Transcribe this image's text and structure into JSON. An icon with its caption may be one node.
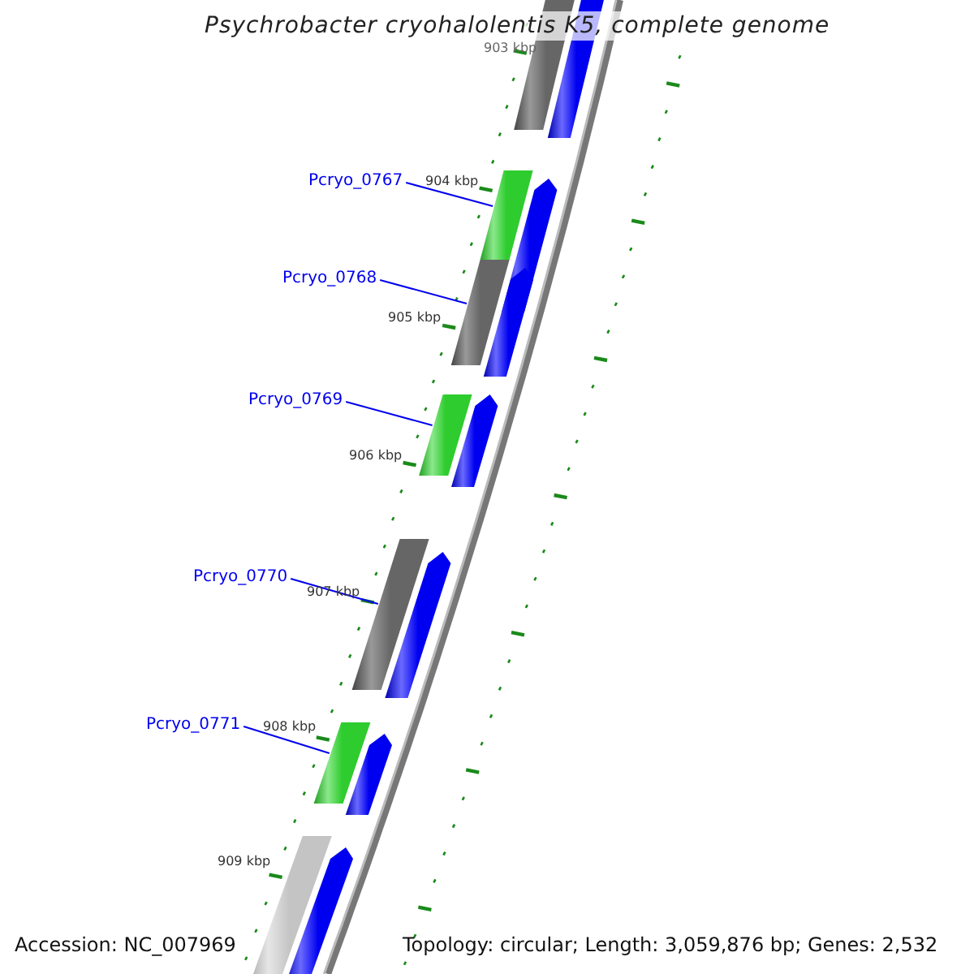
{
  "diagram": {
    "title": "Psychrobacter cryohalolentis K5, complete genome",
    "nodes": [
      {
        "text": [
          "Pcryo_0767"
        ]
      },
      {
        "text": [
          "Pcryo_0768"
        ]
      },
      {
        "text": [
          "Pcryo_0769"
        ]
      },
      {
        "text": [
          "Pcryo_0770"
        ]
      },
      {
        "text": [
          "Pcryo_0771"
        ]
      },
      {
        "text": [],
        "shape": "bar"
      },
      {
        "text": [],
        "shape": "arrow"
      },
      {
        "text": [],
        "shape": "bar"
      },
      {
        "text": [],
        "shape": "arrow"
      },
      {
        "text": [],
        "shape": "bar"
      },
      {
        "text": [],
        "shape": "arrow"
      },
      {
        "text": [],
        "shape": "bar"
      },
      {
        "text": [],
        "shape": "arrow"
      },
      {
        "text": [],
        "shape": "bar"
      },
      {
        "text": [],
        "shape": "arrow"
      },
      {
        "text": [],
        "shape": "bar"
      },
      {
        "text": [],
        "shape": "arrow"
      },
      {
        "text": [],
        "shape": "bar"
      },
      {
        "text": [],
        "shape": "arrow"
      }
    ],
    "edges": [
      {
        "from": 0,
        "to": 7,
        "arrow": "none"
      },
      {
        "from": 1,
        "to": 9,
        "arrow": "none"
      },
      {
        "from": 2,
        "to": 11,
        "arrow": "none"
      },
      {
        "from": 3,
        "to": 13,
        "arrow": "none"
      },
      {
        "from": 4,
        "to": 15,
        "arrow": "none"
      }
    ],
    "labels": [
      "903 kbp",
      "904 kbp",
      "905 kbp",
      "906 kbp",
      "907 kbp",
      "908 kbp",
      "909 kbp",
      "Accession: NC_007969",
      "Topology: circular; Length: 3,059,876 bp; Genes: 2,532"
    ]
  }
}
